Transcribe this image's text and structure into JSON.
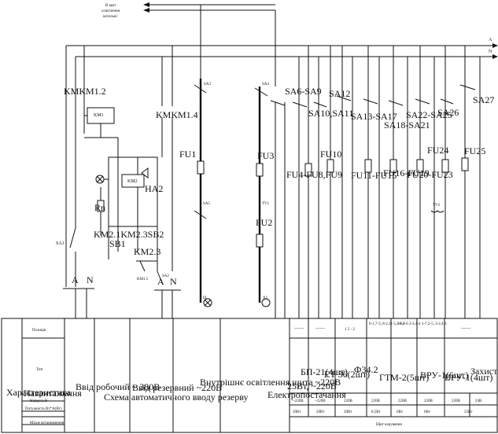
{
  "top_note": [
    "В щит",
    "освітлення",
    "котельні"
  ],
  "phases": [
    "A",
    "N"
  ],
  "labels": {
    "km_left": "KMKM1.2",
    "km1": "KM1",
    "km_mid": "KMKM1.4",
    "sa3": "SA3",
    "sa4": "SA4",
    "sa6_9": "SA6-SA9",
    "sa12": "SA12",
    "sa10_11": "SA10,SA11",
    "sa13_17": "SA13-SA17",
    "sa18_21": "SA18-SA21",
    "sa22_25": "SA22-SA25",
    "sa26": "SA26",
    "sa27": "SA27",
    "fu1": "FU1",
    "fu3": "FU3",
    "fu4_8": "FU4-FU8,FU9",
    "fu10": "FU10",
    "fu11_15": "FU11-FU15",
    "fu16_19": "FU16-FU19",
    "fu20_23": "FU20-FU23",
    "fu24": "FU24",
    "fu25": "FU25",
    "fu2": "FU2",
    "km2": "KM2",
    "ha2": "HA2",
    "rn": "Rn",
    "km23": "KM2.1KM2.3SB2",
    "sb1": "SB1",
    "km23b": "KM2.3",
    "km15": "KM1.5",
    "sa1": "SA1",
    "sa2": "SA2",
    "sa5": "SA5",
    "tv1": "TV1",
    "tv2": "TV2",
    "el": "EL",
    "x1": "X1",
    "a1": "A",
    "n1": "N",
    "a2": "A",
    "n2": "N"
  },
  "table": {
    "row_labels": {
      "pozycia": "Позиція",
      "typ": "Тип",
      "harakter": "Характеристика",
      "navant": "Навантаження",
      "napruga": "Напруга В",
      "potuzh": "Потужність Вт*А(Вт)",
      "misce": "Місце встановлення"
    },
    "mid_columns": [
      "Ввід робочий ~ 380В",
      "Схема автоматичного вводу резерву",
      "Ввід резервний ~220В",
      "Внутрішнє освітлення щита ~220В"
    ],
    "positions": [
      "——",
      "——",
      "1 5 - 2",
      "6-1,7-3, 8-2,11-5, 12-5",
      "1-8,2-6 3-3,4-4",
      "1-7,2-5, 3-2,4-3",
      "——"
    ],
    "types": [
      "БП-21(4шт)",
      "ЕТ 36(2шт)",
      "Ф34.2",
      "ГТМ-2(5шт)",
      "ВРУ-1(6шт)",
      "ВРУ-1(4шт)",
      "Захист"
    ],
    "load": [
      "25Вт, ~220В",
      "Електропостачання"
    ],
    "voltage": [
      "~220В",
      "~220В",
      "220В",
      "220В",
      "220В",
      "220В",
      "220В",
      "24В"
    ],
    "power": [
      "20Вт",
      "20Вт",
      "20Вт",
      "8.5Вт",
      "6Вт",
      "6Вт",
      "25Вт"
    ],
    "place": "Щит керування"
  }
}
